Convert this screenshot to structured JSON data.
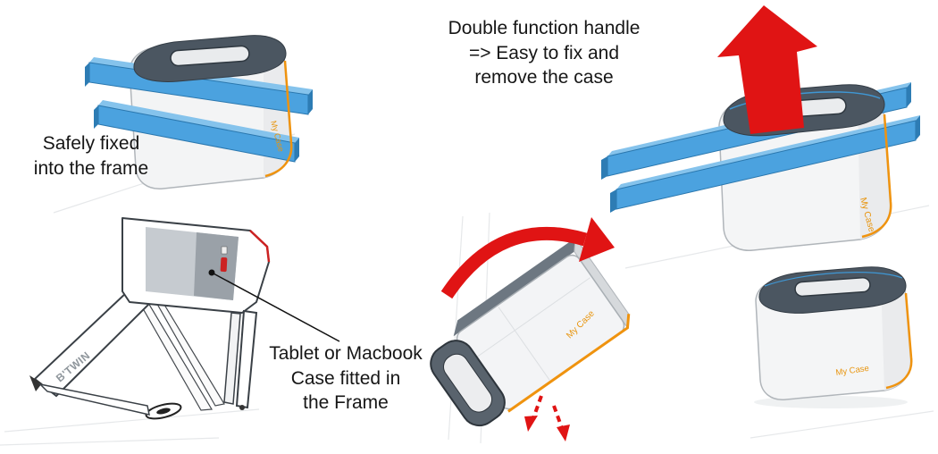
{
  "page": {
    "title": "Bike frame tablet case concept sketch",
    "background": "#ffffff"
  },
  "annotations": {
    "safely_fixed": {
      "lines": [
        "Safely fixed",
        "into the frame"
      ]
    },
    "double_function": {
      "lines": [
        "Double function handle",
        "=> Easy to fix and",
        "remove the case"
      ]
    },
    "tablet_case": {
      "lines": [
        "Tablet or Macbook",
        "Case fitted in",
        "the Frame"
      ]
    }
  },
  "labels": {
    "case_brand": "My Case",
    "bike_brand": "B'TWIN"
  },
  "colors": {
    "bar_blue": "#4ba2df",
    "bar_blue_light": "#85c3ec",
    "bar_blue_dark": "#2d7cb4",
    "case_dark": "#4b5661",
    "accent_orange": "#ef930f",
    "arrow_red": "#e01414",
    "outline_gray": "#b0b5ba",
    "frame_stroke": "#3a4046"
  }
}
